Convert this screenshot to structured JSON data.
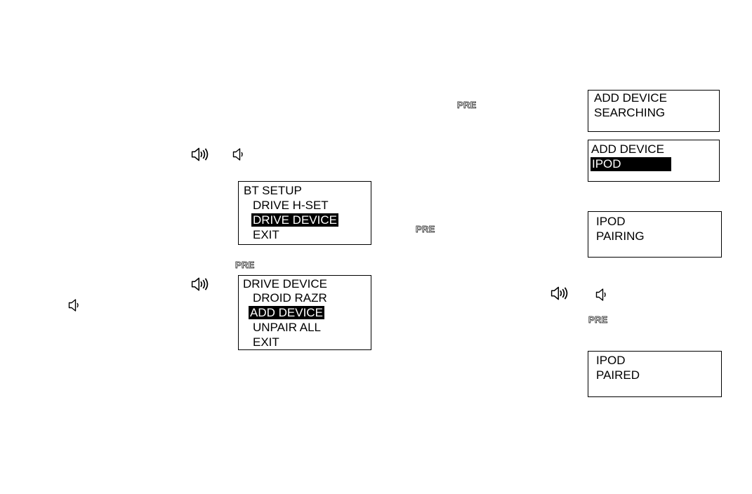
{
  "pre_label": "PRE",
  "icons": {
    "volume_up": "speaker-loud-icon",
    "volume_down": "speaker-quiet-icon"
  },
  "screens": {
    "bt_setup": {
      "lines": [
        "BT SETUP",
        "DRIVE H-SET",
        "DRIVE DEVICE",
        "EXIT"
      ]
    },
    "drive_device": {
      "lines": [
        "DRIVE DEVICE",
        "DROID RAZR",
        "ADD DEVICE",
        "UNPAIR ALL",
        "EXIT"
      ]
    },
    "add_device_searching": {
      "lines": [
        "ADD DEVICE",
        "SEARCHING"
      ]
    },
    "add_device_found": {
      "lines": [
        "ADD DEVICE",
        "IPOD"
      ]
    },
    "ipod_pairing": {
      "lines": [
        "IPOD",
        "PAIRING"
      ]
    },
    "ipod_paired": {
      "lines": [
        "IPOD",
        "PAIRED"
      ]
    }
  }
}
